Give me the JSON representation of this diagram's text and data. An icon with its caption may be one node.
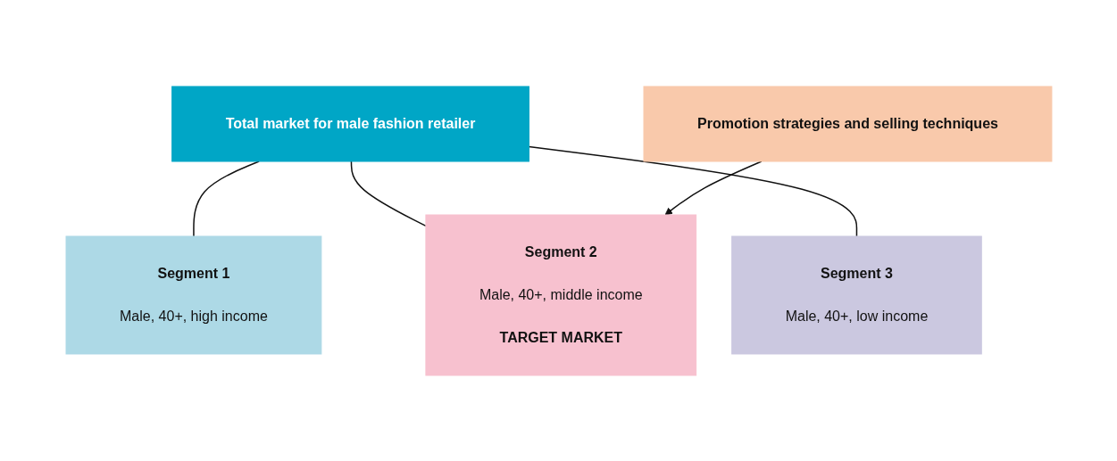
{
  "diagram": {
    "nodes": [
      {
        "text": [
          "Total market for male fashion retailer"
        ]
      },
      {
        "text": [
          "Segment 1",
          "Male, 40+, high income"
        ]
      },
      {
        "text": [
          "Segment 2",
          "Male, 40+, middle income",
          "TARGET MARKET"
        ]
      },
      {
        "text": [
          "Segment 3",
          "Male, 40+, low income"
        ]
      },
      {
        "text": [
          "Promotion strategies and selling techniques"
        ]
      }
    ],
    "edges": [
      {
        "from": 0,
        "to": 1,
        "arrow": "none"
      },
      {
        "from": 0,
        "to": 2,
        "arrow": "none"
      },
      {
        "from": 0,
        "to": 3,
        "arrow": "none"
      },
      {
        "from": 4,
        "to": 2,
        "arrow": "to"
      }
    ]
  }
}
